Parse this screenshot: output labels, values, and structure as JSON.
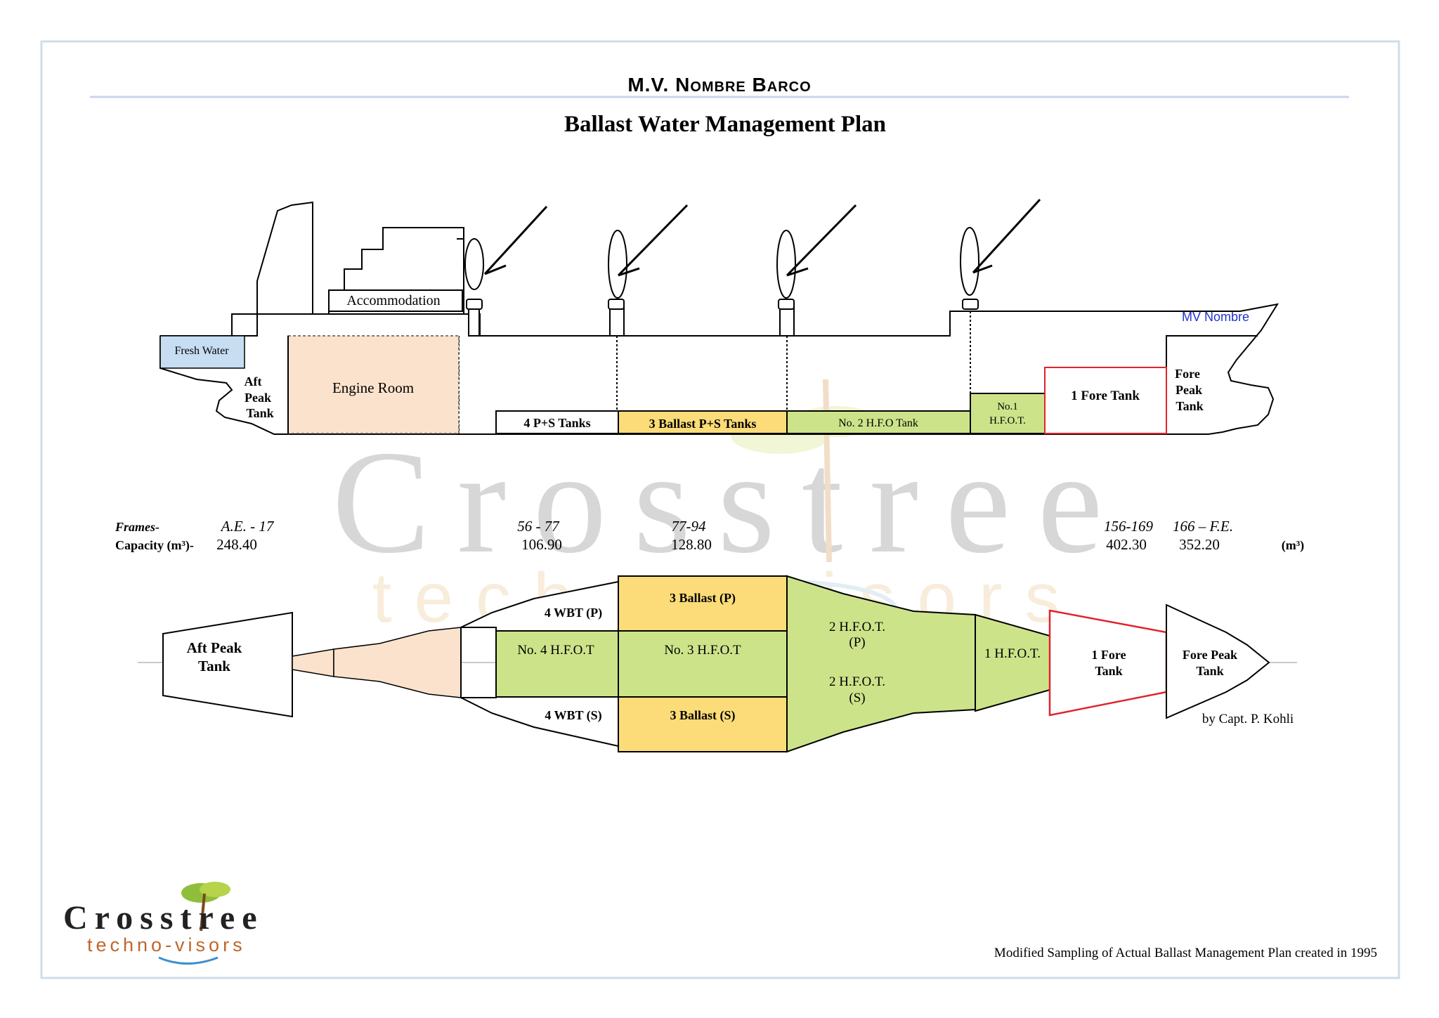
{
  "header": {
    "ship_name": "M.V. Nombre Barco",
    "title": "Ballast Water Management Plan"
  },
  "profile": {
    "accommodation": "Accommodation",
    "fresh_water": "Fresh Water",
    "aft_peak": [
      "Aft",
      "Peak",
      "Tank"
    ],
    "engine_room": "Engine Room",
    "tank_4ps": "4 P+S Tanks",
    "tank_3ballast": "3 Ballast P+S Tanks",
    "tank_2hfo": "No. 2 H.F.O Tank",
    "tank_1hfo": [
      "No.1",
      "H.F.O.T."
    ],
    "fore_tank": "1 Fore Tank",
    "fore_peak": [
      "Fore",
      "Peak",
      "Tank"
    ],
    "ship_label": "MV Nombre"
  },
  "particulars": {
    "frames_label": "Frames-",
    "capacity_label": "Capacity (m³)-",
    "unit": "(m³)",
    "entries": [
      {
        "frames": "A.E. - 17",
        "capacity": "248.40"
      },
      {
        "frames": "56 - 77",
        "capacity": "106.90"
      },
      {
        "frames": "77-94",
        "capacity": "128.80"
      },
      {
        "frames": "156-169",
        "capacity": "402.30"
      },
      {
        "frames": "166 – F.E.",
        "capacity": "352.20"
      }
    ]
  },
  "plan": {
    "aft_peak": [
      "Aft Peak",
      "Tank"
    ],
    "wbt4_p": "4 WBT (P)",
    "wbt4_s": "4 WBT (S)",
    "hfot4": "No. 4 H.F.O.T",
    "ballast3_p": "3 Ballast (P)",
    "ballast3_s": "3 Ballast (S)",
    "hfot3": "No. 3 H.F.O.T",
    "hfot2_p": [
      "2 H.F.O.T.",
      "(P)"
    ],
    "hfot2_s": [
      "2 H.F.O.T.",
      "(S)"
    ],
    "hfot1": "1 H.F.O.T.",
    "fore_tank": [
      "1 Fore",
      "Tank"
    ],
    "fore_peak": [
      "Fore Peak",
      "Tank"
    ],
    "author": "by Capt. P. Kohli"
  },
  "watermark": {
    "word": "Crosstree",
    "tagline": "techno-visors"
  },
  "logo": {
    "word": "Crosstree",
    "tagline": "techno-visors"
  },
  "footer": {
    "note": "Modified Sampling of Actual Ballast Management Plan created in 1995"
  },
  "colors": {
    "green": "#cde38a",
    "yellow": "#fbdc78",
    "peach": "#fbe2cc",
    "blue": "#c6ddf2",
    "red": "#e0242c",
    "frame": "#cfdcea",
    "ship_label": "#2233cc"
  }
}
